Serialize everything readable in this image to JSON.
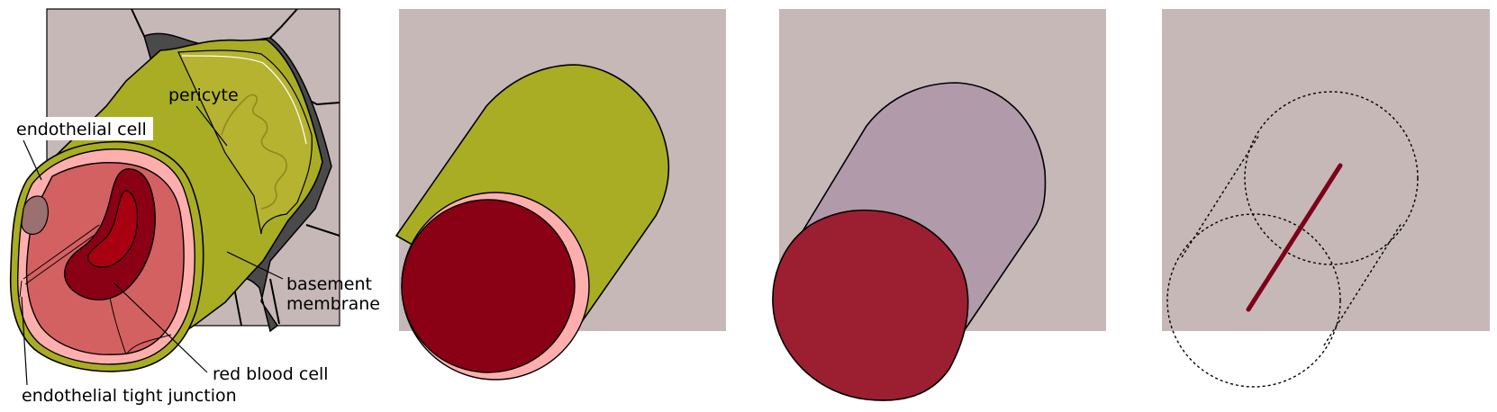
{
  "labels": {
    "pericyte": "pericyte",
    "endothelial_cell": "endothelial cell",
    "basement_membrane_line1": "basement",
    "basement_membrane_line2": "membrane",
    "red_blood_cell": "red blood cell",
    "endothelial_tight_junction": "endothelial tight junction"
  },
  "colors": {
    "tissue_background": "#c7b8b8",
    "pericyte_olive": "#a8ad24",
    "pericyte_inner": "#b5b330",
    "basement_dark": "#4a4a4a",
    "endothelium_pink": "#ffaeae",
    "lumen_salmon": "#d46161",
    "rbc_dark": "#8a0015",
    "rbc_mid": "#a80010",
    "nucleus_mauve": "#9a7070",
    "cylinder_lavender": "#b19aaa",
    "rbc_panel3": "#9c1f31",
    "rod_crimson": "#7d0019",
    "outline": "#000000"
  },
  "panels": [
    {
      "name": "detailed-cross-section"
    },
    {
      "name": "simplified-vessel"
    },
    {
      "name": "vessel-with-rbc"
    },
    {
      "name": "line-abstraction"
    }
  ]
}
